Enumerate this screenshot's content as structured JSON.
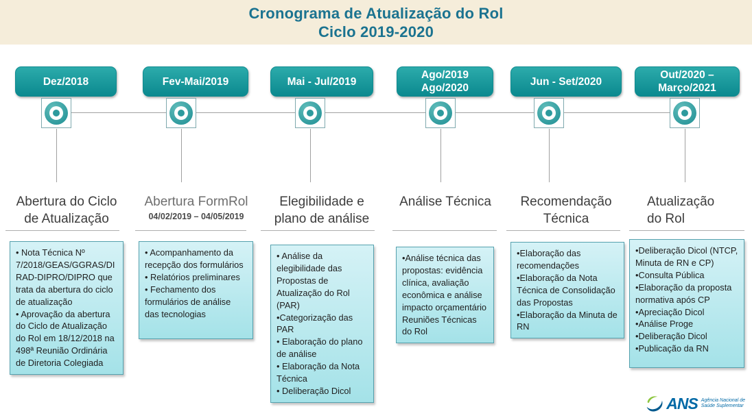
{
  "slide": {
    "title_line1": "Cronograma de Atualização do Rol",
    "title_line2": "Ciclo 2019-2020"
  },
  "colors": {
    "title_text": "#1b7390",
    "header_band": "#f5edda",
    "badge_teal": "#12969b",
    "detail_box_fill": "#bcebee",
    "detail_box_border": "#55a1ae",
    "line_gray": "#a0a0a0",
    "logo_blue": "#0069a6",
    "logo_green": "#8dc63f"
  },
  "columns": [
    {
      "badge_lines": [
        "Dez/2018"
      ],
      "heading_lines": [
        "Abertura do Ciclo",
        "de Atualização"
      ],
      "items": [
        "• Nota Técnica Nº 7/2018/GEAS/GGRAS/DIRAD-DIPRO/DIPRO que trata da abertura do ciclo de atualização",
        "• Aprovação da abertura do Ciclo de Atualização do Rol em 18/12/2018 na 498ª Reunião Ordinária de Diretoria Colegiada"
      ]
    },
    {
      "badge_lines": [
        "Fev-Mai/2019"
      ],
      "heading_lines": [
        "Abertura FormRol"
      ],
      "subheading": "04/02/2019 – 04/05/2019",
      "items": [
        "• Acompanhamento da recepção dos formulários",
        "• Relatórios preliminares",
        "• Fechamento dos formulários de análise das tecnologias"
      ]
    },
    {
      "badge_lines": [
        "Mai - Jul/2019"
      ],
      "heading_lines": [
        "Elegibilidade e",
        "plano de análise"
      ],
      "items": [
        "• Análise da elegibilidade das Propostas de Atualização do Rol (PAR)",
        "•Categorização das PAR",
        "• Elaboração do plano de análise",
        "• Elaboração da Nota Técnica",
        "• Deliberação Dicol"
      ]
    },
    {
      "badge_lines": [
        "Ago/2019",
        "Ago/2020"
      ],
      "heading_lines": [
        "Análise Técnica"
      ],
      "items": [
        "•Análise técnica das propostas: evidência clínica, avaliação econômica e análise impacto orçamentário",
        "Reuniões Técnicas do Rol"
      ]
    },
    {
      "badge_lines": [
        "Jun -  Set/2020"
      ],
      "heading_lines": [
        "Recomendação",
        "Técnica"
      ],
      "items": [
        "•Elaboração das recomendações",
        "•Elaboração da Nota Técnica de Consolidação das Propostas",
        "•Elaboração da Minuta de RN"
      ]
    },
    {
      "badge_lines": [
        "Out/2020 –",
        "Março/2021"
      ],
      "heading_lines": [
        "Atualização",
        "do Rol"
      ],
      "items": [
        "•Deliberação Dicol (NTCP, Minuta de RN e CP)",
        "•Consulta Pública",
        "•Elaboração da proposta normativa após CP",
        "•Apreciação Dicol",
        "•Análise Proge",
        "•Deliberação Dicol",
        "•Publicação da RN"
      ]
    }
  ],
  "logo": {
    "acronym": "ANS",
    "name_line1": "Agência Nacional de",
    "name_line2": "Saúde Suplementar"
  }
}
